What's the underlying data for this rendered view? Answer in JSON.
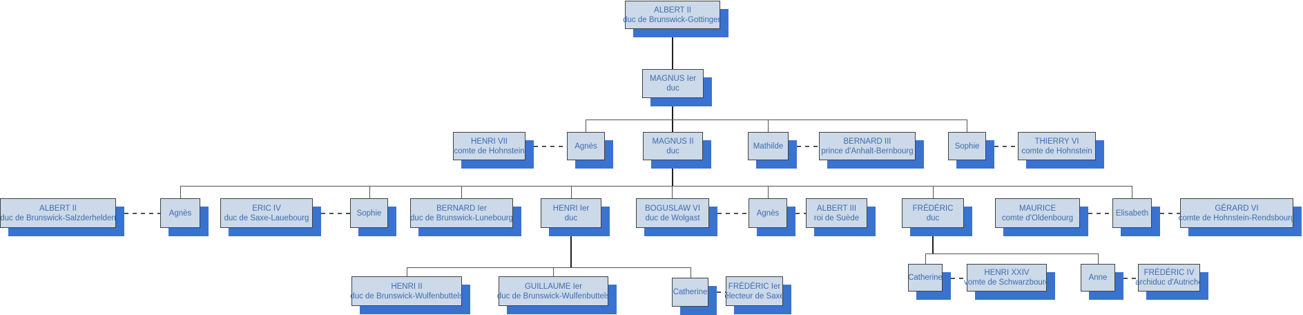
{
  "diagram": {
    "kind": "family-tree-org-chart",
    "colors": {
      "node_fill": "#ccd9e8",
      "node_border": "#3f3f3f",
      "node_text": "#3e6cb3",
      "node_shadow": "#3a72d0",
      "connector": "#4f4f4f",
      "background": "#ffffff"
    }
  },
  "nodes": {
    "albert2_gottingen": {
      "name": "ALBERT II",
      "title": "duc de Brunswick-Gottingen"
    },
    "magnus1": {
      "name": "MAGNUS Ier",
      "title": "duc"
    },
    "henri7": {
      "name": "HENRI VII",
      "title": "comte de Hohnstein"
    },
    "agnes_r3": {
      "name": "Agnès"
    },
    "magnus2": {
      "name": "MAGNUS II",
      "title": "duc"
    },
    "mathilde": {
      "name": "Mathilde"
    },
    "bernard3": {
      "name": "BERNARD III",
      "title": "prince d'Anhalt-Bernbourg"
    },
    "sophie_r3": {
      "name": "Sophie"
    },
    "thierry6": {
      "name": "THIERRY VI",
      "title": "comte de Hohnstein"
    },
    "albert2_salz": {
      "name": "ALBERT II",
      "title": "duc de Brunswick-Salzderhelden"
    },
    "agnes_r4a": {
      "name": "Agnès"
    },
    "eric4": {
      "name": "ERIC IV",
      "title": "duc de Saxe-Lauebourg"
    },
    "sophie_r4": {
      "name": "Sophie"
    },
    "bernard1": {
      "name": "BERNARD Ier",
      "title": "duc de Brunswick-Lunebourg"
    },
    "henri1": {
      "name": "HENRI Ier",
      "title": "duc"
    },
    "boguslaw6": {
      "name": "BOGUSLAW VI",
      "title": "duc de Wolgast"
    },
    "agnes_r4b": {
      "name": "Agnès"
    },
    "albert3": {
      "name": "ALBERT III",
      "title": "roi de Suède"
    },
    "frederic_duc": {
      "name": "FRÉDÉRIC",
      "title": "duc"
    },
    "maurice": {
      "name": "MAURICE",
      "title": "comte d'Oldenbourg"
    },
    "elisabeth": {
      "name": "Elisabeth"
    },
    "gerard6": {
      "name": "GÉRARD VI",
      "title": "comte de Hohnstein-Rendsbourg"
    },
    "henri2": {
      "name": "HENRI II",
      "title": "duc de Brunswick-Wulfenbuttels"
    },
    "guillaume1": {
      "name": "GUILLAUME Ier",
      "title": "duc de Brunswick-Wulfenbuttels"
    },
    "catherine_a": {
      "name": "Catherine"
    },
    "frederic1_saxe": {
      "name": "FRÉDÉRIC Ier",
      "title": "électeur de Saxe"
    },
    "catherine_b": {
      "name": "Catherine"
    },
    "henri24": {
      "name": "HENRI XXIV",
      "title": "vomte de Schwarzbourg"
    },
    "anne": {
      "name": "Anne"
    },
    "frederic4": {
      "name": "FRÉDÉRIC IV",
      "title": "archiduc d'Autriche"
    }
  }
}
